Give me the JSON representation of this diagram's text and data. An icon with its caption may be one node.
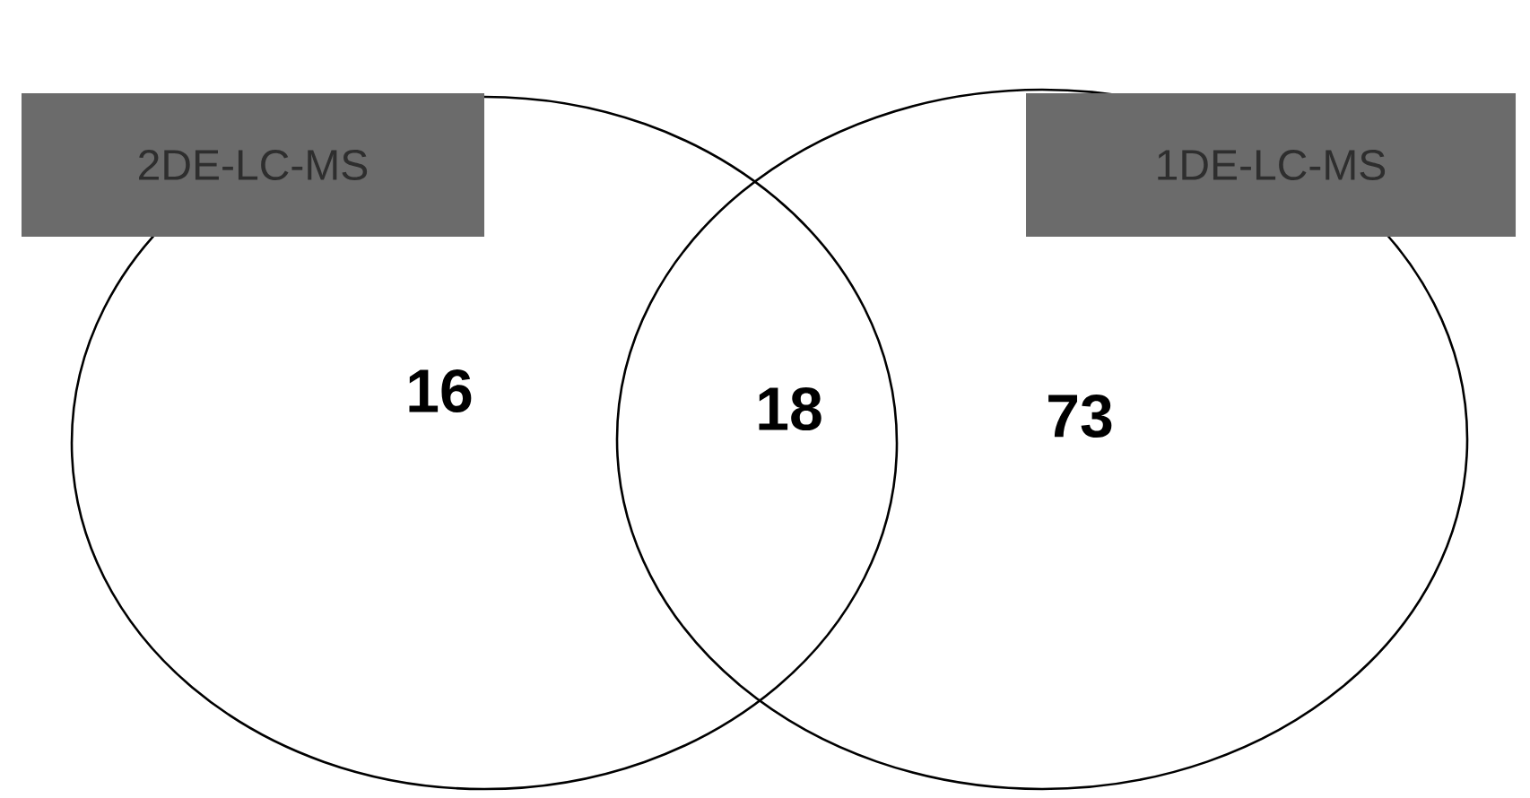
{
  "diagram": {
    "nodes": [
      {
        "text": [
          "2DE-LC-MS"
        ]
      },
      {
        "text": [
          "1DE-LC-MS"
        ]
      }
    ],
    "labels": [
      "16",
      "18",
      "73"
    ]
  }
}
